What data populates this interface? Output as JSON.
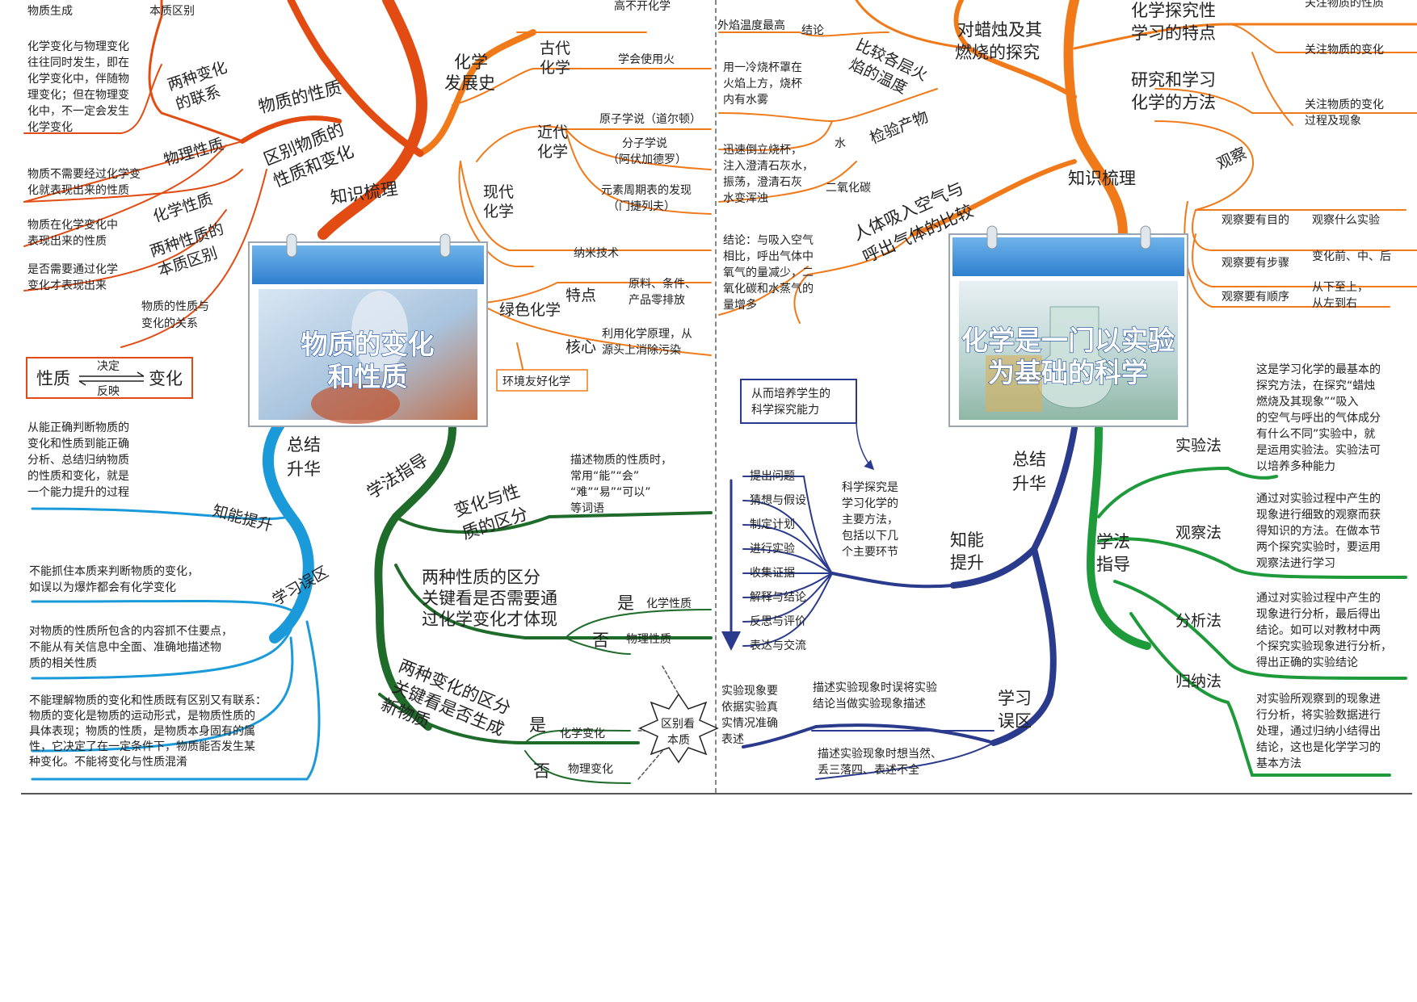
{
  "colors": {
    "orange": "#f07a1a",
    "red": "#e24c12",
    "blue": "#1a9ad8",
    "green": "#1f6b2a",
    "navy": "#2a3a8c",
    "lightgreen": "#1e9a3a",
    "cardBlue": "#3a8ed6"
  },
  "left": {
    "center_title": [
      "物质的变化",
      "和性质"
    ],
    "top_branch": {
      "zhishi": "知识梳理",
      "wuzhi_xingzhi": "物质的性质",
      "qubie": [
        "区别物质的",
        "性质和变化"
      ],
      "huaxue_fazhanshi": [
        "化学",
        "发展史"
      ],
      "gudai": [
        "古代",
        "化学"
      ],
      "xue_huo": "学会使用火",
      "jindai": [
        "近代",
        "化学"
      ],
      "yuanzi": "原子学说（道尔顿）",
      "fenzi": [
        "分子学说",
        "（阿伏加德罗）"
      ],
      "zhouqi": [
        "元素周期表的发现",
        "（门捷列夫）"
      ],
      "xiandai": [
        "现代",
        "化学"
      ],
      "nami": "纳米技术",
      "lvse": "绿色化学",
      "tedian": "特点",
      "tedian_text": [
        "原料、条件、",
        "产品零排放"
      ],
      "hexin": "核心",
      "hexin_text": [
        "利用化学原理，从",
        "源头上消除污染"
      ],
      "huanjing": "环境友好化学",
      "top_partial": "高不开化学",
      "benzhi_partial": "本质区别",
      "wuzhi_shengcheng": "物质生成",
      "liangzhong_lianxi": [
        "两种变化",
        "的联系"
      ],
      "lianxi_text": [
        "化学变化与物理变化",
        "往往同时发生，即在",
        "化学变化中，伴随物",
        "理变化；但在物理变",
        "化中，不一定会发生",
        "化学变化"
      ],
      "wuli_xingzhi": "物理性质",
      "wuli_text": [
        "物质不需要经过化学变",
        "化就表现出来的性质"
      ],
      "huaxue_xingzhi": "化学性质",
      "huaxue_text": [
        "物质在化学变化中",
        "表现出来的性质"
      ],
      "liangzhong_xingzhi": [
        "两种性质的",
        "本质区别"
      ],
      "xingzhi_qubie_text": [
        "是否需要通过化学",
        "变化才表现出来"
      ],
      "guanxi": [
        "物质的性质与",
        "变化的关系"
      ],
      "xingzhi": "性质",
      "juedin": "决定",
      "fanying": "反映",
      "bianhua": "变化"
    },
    "summary": {
      "zongjie": [
        "总结",
        "升华"
      ],
      "summary_text": [
        "从能正确判断物质的",
        "变化和性质到能正确",
        "分析、总结归纳物质",
        "的性质和变化，就是",
        "一个能力提升的过程"
      ],
      "zhineng": "知能提升",
      "wuqu": "学习误区",
      "wuqu1": [
        "不能抓住本质来判断物质的变化，",
        "如误以为爆炸都会有化学变化"
      ],
      "wuqu2": [
        "对物质的性质所包含的内容抓不住要点，",
        "不能从有关信息中全面、准确地描述物",
        "质的相关性质"
      ],
      "wuqu3": [
        "不能理解物质的变化和性质既有区别又有联系：",
        "物质的变化是物质的运动形式，是物质性质的",
        "具体表现；物质的性质，是物质本身固有的属",
        "性，它决定了在一定条件下，物质能否发生某",
        "种变化。不能将变化与性质混淆"
      ]
    },
    "guide": {
      "xuefa": "学法指导",
      "qufen": [
        "变化与性",
        "质的区分"
      ],
      "qufen_text": [
        "描述物质的性质时，",
        "常用“能”“会”",
        "“难”“易”“可以”",
        "等词语"
      ],
      "xingzhi_qufen": [
        "两种性质的区分",
        "关键看是否需要通",
        "过化学变化才体现"
      ],
      "shi": "是",
      "fou": "否",
      "huaxue_xz": "化学性质",
      "wuli_xz": "物理性质",
      "bianhua_qufen": [
        "两种变化的区分",
        "关键看是否生成",
        "新物质"
      ],
      "huaxue_bh": "化学变化",
      "wuli_bh": "物理变化",
      "benzhi": [
        "区别看",
        "本质"
      ]
    }
  },
  "right": {
    "center_title": [
      "化学是一门以实验",
      "为基础的科学"
    ],
    "zhishi": "知识梳理",
    "laqu": [
      "对蜡烛及其",
      "燃烧的探究"
    ],
    "bijiao": [
      "比较各层火",
      "焰的温度"
    ],
    "waiyan": "外焰温度最高",
    "jielun": "结论",
    "jianyan": "检验产物",
    "shui": "水",
    "shui_text": [
      "用一冷烧杯罩在",
      "火焰上方，烧杯",
      "内有水雾"
    ],
    "eryang": "二氧化碳",
    "eryang_text": [
      "迅速倒立烧杯，",
      "注入澄清石灰水，",
      "振荡，澄清石灰",
      "水变浑浊"
    ],
    "huqi": [
      "人体吸入空气与",
      "呼出气体的比较"
    ],
    "huqi_text": [
      "结论：与吸入空气",
      "相比，呼出气体中",
      "氧气的量减少，二",
      "氧化碳和水蒸气的",
      "量增多"
    ],
    "tedian": [
      "化学探究性",
      "学习的特点"
    ],
    "tedian_partial": "关注物质的性质",
    "fangfa": [
      "研究和学习",
      "化学的方法"
    ],
    "guanzhu_bh": "关注物质的变化",
    "guanzhu_gc": [
      "关注物质的变化",
      "过程及现象"
    ],
    "guancha": "观察",
    "g1": "观察要有目的",
    "g1b": "观察什么实验",
    "g2": "观察要有步骤",
    "g2b": "变化前、中、后",
    "g3": "观察要有顺序",
    "g3b": [
      "从下至上，",
      "从左到右"
    ],
    "peiyang": [
      "从而培养学生的",
      "科学探究能力"
    ],
    "zongjie": [
      "总结",
      "升华"
    ],
    "zhineng": [
      "知能",
      "提升"
    ],
    "tanjiu_text": [
      "科学探究是",
      "学习化学的",
      "主要方法，",
      "包括以下几",
      "个主要环节"
    ],
    "steps": [
      "提出问题",
      "猜想与假设",
      "制定计划",
      "进行实验",
      "收集证据",
      "解释与结论",
      "反思与评价",
      "表达与交流"
    ],
    "wuqu": [
      "学习",
      "误区"
    ],
    "wuqu1": [
      "描述实验现象时误将实验",
      "结论当做实验现象描述"
    ],
    "wuqu2": [
      "描述实验现象时想当然、",
      "丢三落四、表述不全"
    ],
    "wuqu_left": [
      "实验现象要",
      "依据实验真",
      "实情况准确",
      "表述"
    ],
    "xuefa": [
      "学法",
      "指导"
    ],
    "shiyan": "实验法",
    "shiyan_text": [
      "这是学习化学的最基本的",
      "探究方法，在探究“蜡烛",
      "燃烧及其现象”“吸入",
      "的空气与呼出的气体成分",
      "有什么不同”实验中，就",
      "是运用实验法。实验法可",
      "以培养多种能力"
    ],
    "guanchafa": "观察法",
    "guancha_text": [
      "通过对实验过程中产生的",
      "现象进行细致的观察而获",
      "得知识的方法。在做本节",
      "两个探究实验时，要运用",
      "观察法进行学习"
    ],
    "fenxi": "分析法",
    "fenxi_text": [
      "通过对实验过程中产生的",
      "现象进行分析，最后得出",
      "结论。如可以对教材中两",
      "个探究实验现象进行分析，",
      "得出正确的实验结论"
    ],
    "guina": "归纳法",
    "guina_text": [
      "对实验所观察到的现象进",
      "行分析，将实验数据进行",
      "处理，通过归纳小结得出",
      "结论，这也是化学学习的",
      "基本方法"
    ]
  }
}
